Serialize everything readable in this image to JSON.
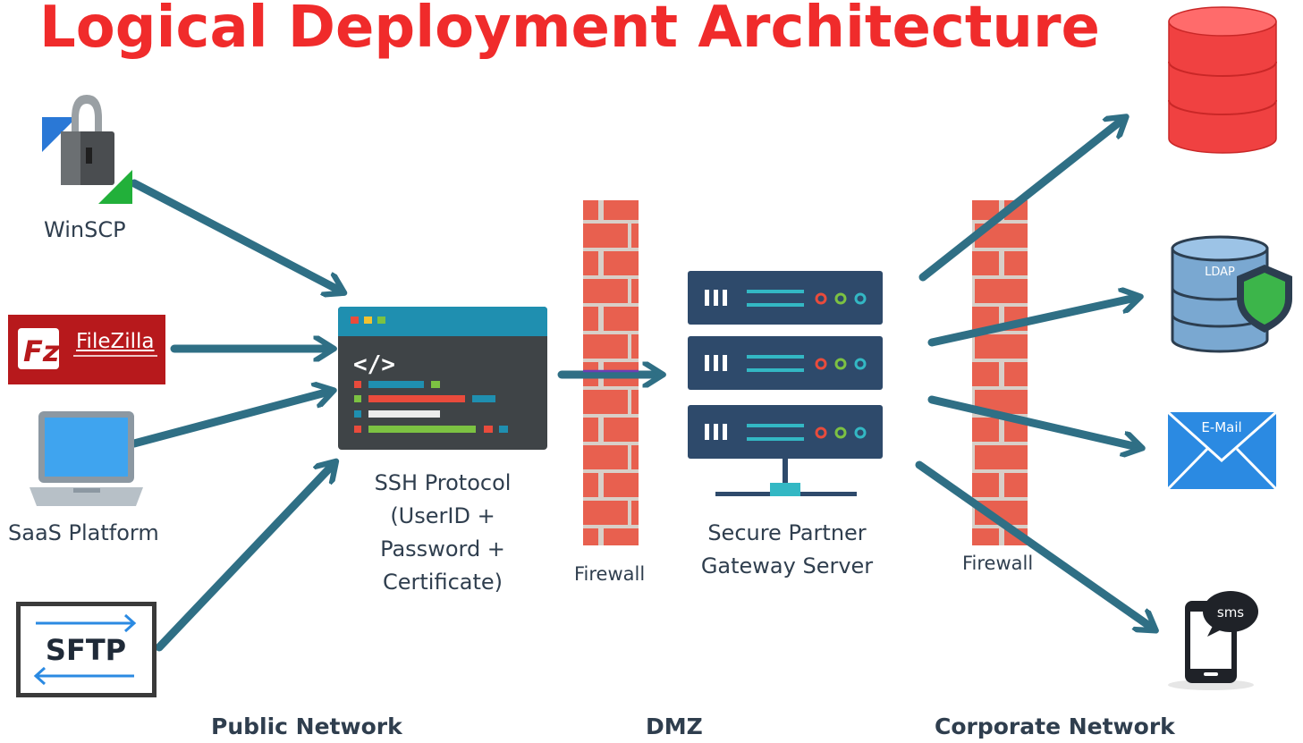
{
  "title": "Logical Deployment Architecture",
  "clients": {
    "winscp": "WinSCP",
    "filezilla": "FileZilla",
    "saas": "SaaS Platform",
    "sftp": "SFTP"
  },
  "ssh": {
    "line1": "SSH Protocol",
    "line2": "(UserID +",
    "line3": "Password +",
    "line4": "Certificate)"
  },
  "firewall_left": "Firewall",
  "firewall_right": "Firewall",
  "gateway": {
    "line1": "Secure Partner",
    "line2": "Gateway Server"
  },
  "targets": {
    "ldap": "LDAP",
    "email": "E-Mail",
    "sms": "sms"
  },
  "zones": {
    "public": "Public Network",
    "dmz": "DMZ",
    "corporate": "Corporate Network"
  },
  "colors": {
    "title": "#f02b2b",
    "arrow": "#2f6f85",
    "brick": "#e8604f",
    "server": "#2e4a6b",
    "accent": "#33b8c4"
  }
}
